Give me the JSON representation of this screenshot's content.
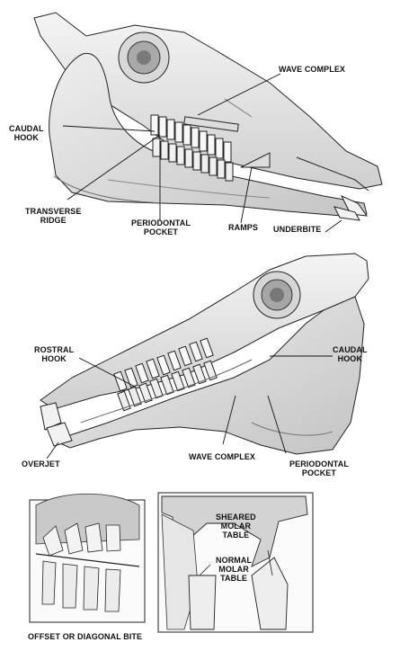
{
  "top_skull": {
    "labels": {
      "wave_complex": "WAVE COMPLEX",
      "caudal_hook": [
        "CAUDAL",
        "HOOK"
      ],
      "transverse_ridge": [
        "TRANSVERSE",
        "RIDGE"
      ],
      "periodontal_pocket": [
        "PERIODONTAL",
        "POCKET"
      ],
      "ramps": "RAMPS",
      "underbite": "UNDERBITE"
    }
  },
  "bottom_skull": {
    "labels": {
      "rostral_hook": [
        "ROSTRAL",
        "HOOK"
      ],
      "caudal_hook": [
        "CAUDAL",
        "HOOK"
      ],
      "overjet": "OVERJET",
      "wave_complex": "WAVE COMPLEX",
      "periodontal_pocket": [
        "PERIODONTAL",
        "POCKET"
      ]
    }
  },
  "inset_left": {
    "caption": "OFFSET OR DIAGONAL BITE"
  },
  "inset_right": {
    "labels": {
      "sheared_molar_table": [
        "SHEARED",
        "MOLAR",
        "TABLE"
      ],
      "normal_molar_table": [
        "NORMAL",
        "MOLAR",
        "TABLE"
      ]
    }
  },
  "colors": {
    "ink": "#222222",
    "shade": "#bdbdbd",
    "paper": "#ffffff"
  }
}
